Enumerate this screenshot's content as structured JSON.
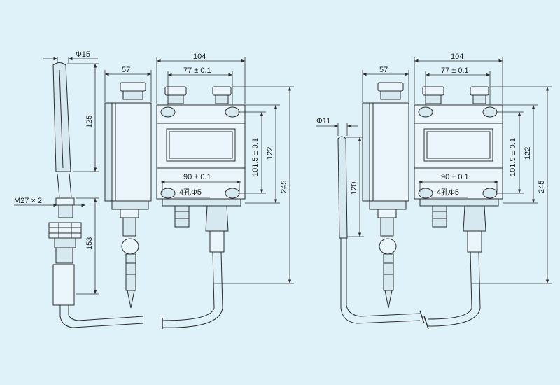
{
  "colors": {
    "background": "#dff2fa",
    "line": "#2d2d2d"
  },
  "left_drawing": {
    "probe_diameter": "Φ15",
    "probe_length": "125",
    "thread": "M27 × 2",
    "insertion_length": "153",
    "side_width": "57",
    "front_width": "104",
    "top_hole_spacing": "77 ± 0.1",
    "bottom_hole_spacing": "90 ± 0.1",
    "mount_holes": "4孔Φ5",
    "hole_vertical_spacing": "101.5 ± 0.1",
    "body_height": "122",
    "total_height": "245"
  },
  "right_drawing": {
    "probe_diameter": "Φ11",
    "probe_length": "120",
    "side_width": "57",
    "front_width": "104",
    "top_hole_spacing": "77 ± 0.1",
    "bottom_hole_spacing": "90 ± 0.1",
    "mount_holes": "4孔Φ5",
    "hole_vertical_spacing": "101.5 ± 0.1",
    "body_height": "122",
    "total_height": "245"
  }
}
